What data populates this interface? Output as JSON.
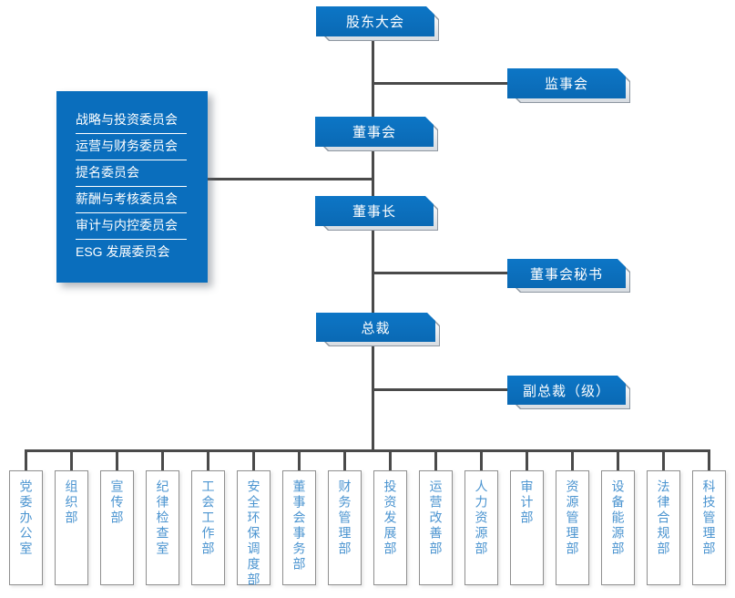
{
  "org": {
    "nodes": {
      "shareholders": "股东大会",
      "supervisory": "监事会",
      "board": "董事会",
      "chairman": "董事长",
      "secretary": "董事会秘书",
      "president": "总裁",
      "vp": "副总裁（级）"
    },
    "committees": [
      "战略与投资委员会",
      "运营与财务委员会",
      "提名委员会",
      "薪酬与考核委员会",
      "审计与内控委员会",
      "ESG 发展委员会"
    ],
    "departments": [
      "党委办公室",
      "组织部",
      "宣传部",
      "纪律检查室",
      "工会工作部",
      "安全环保调度部",
      "董事会事务部",
      "财务管理部",
      "投资发展部",
      "运营改善部",
      "人力资源部",
      "审计部",
      "资源管理部",
      "设备能源部",
      "法律合规部",
      "科技管理部"
    ],
    "colors": {
      "node_blue": "#0a6ebd",
      "line_gray": "#4a4a4a",
      "dept_text_blue": "#4b94d0"
    }
  }
}
